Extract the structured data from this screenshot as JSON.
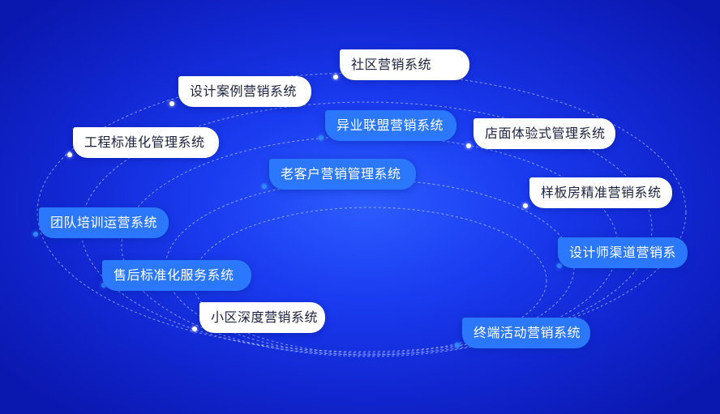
{
  "colors": {
    "background": "#1228d4",
    "pill_white": "#ffffff",
    "pill_blue": "#2b78ff",
    "orbit_line": "#dcebff"
  },
  "labels": {
    "community": "社区营销系统",
    "design_case": "设计案例营销系统",
    "engineering": "工程标准化管理系统",
    "alliance": "异业联盟营销系统",
    "store_experience": "店面体验式管理系统",
    "old_customer": "老客户营销管理系统",
    "showroom": "样板房精准营销系统",
    "team_training": "团队培训运营系统",
    "designer_channel": "设计师渠道营销系",
    "after_sales": "售后标准化服务系统",
    "neighborhood": "小区深度营销系统",
    "terminal_activity": "终端活动营销系统"
  }
}
